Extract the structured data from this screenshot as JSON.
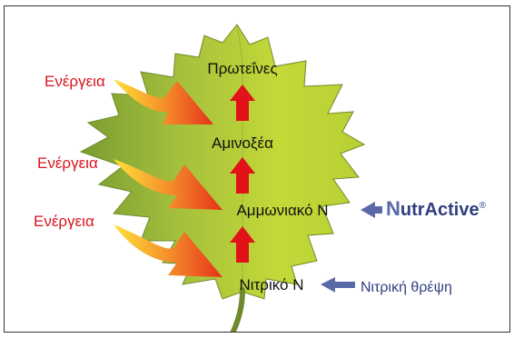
{
  "nodes": {
    "proteins": "Πρωτεΐνες",
    "amino_acids": "Αμινοξέα",
    "ammonium_n": "Αμμωνιακό Ν",
    "nitrate_n": "Νιτρικό Ν"
  },
  "energy_labels": [
    "Ενέργεια",
    "Ενέργεια",
    "Ενέργεια"
  ],
  "inputs": {
    "brand_initial": "N",
    "brand_rest": "utrActive",
    "brand_mark": "®",
    "nitrate_feeding": "Νιτρική θρέψη"
  },
  "colors": {
    "leaf_light": "#c4d838",
    "leaf_dark": "#7a9d32",
    "up_arrow": "#e11218",
    "energy_start": "#ffe13a",
    "energy_end": "#e5321a",
    "input_arrow": "#5a6aa8"
  },
  "icons": {
    "up_arrow": "red-up-arrow-icon",
    "energy_arrow": "flame-arrow-icon",
    "input_arrow": "blue-left-arrow-icon"
  }
}
